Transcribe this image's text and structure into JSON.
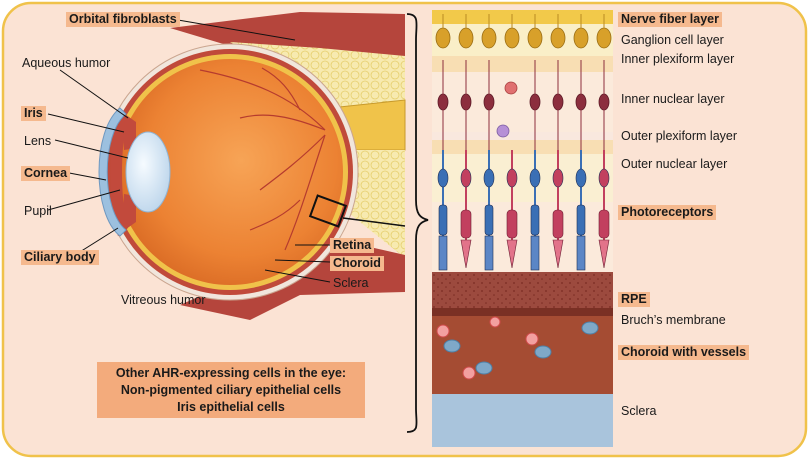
{
  "eye_labels": {
    "orbital_fibroblasts": "Orbital fibroblasts",
    "aqueous_humor": "Aqueous humor",
    "iris": "Iris",
    "lens": "Lens",
    "cornea": "Cornea",
    "pupil": "Pupil",
    "ciliary_body": "Ciliary body",
    "retina": "Retina",
    "choroid": "Choroid",
    "sclera": "Sclera",
    "vitreous_humor": "Vitreous humor"
  },
  "retina_layers": {
    "nerve_fiber": "Nerve fiber layer",
    "ganglion_cell": "Ganglion cell layer",
    "inner_plexiform": "Inner plexiform layer",
    "inner_nuclear": "Inner nuclear layer",
    "outer_plexiform": "Outer plexiform layer",
    "outer_nuclear": "Outer nuclear layer",
    "photoreceptors": "Photoreceptors",
    "rpe": "RPE",
    "bruchs_membrane": "Bruch’s membrane",
    "choroid_vessels": "Choroid with vessels",
    "sclera": "Sclera"
  },
  "note": {
    "line1": "Other AHR-expressing cells in the eye:",
    "line2": "Non-pigmented ciliary epithelial cells",
    "line3": "Iris epithelial cells"
  },
  "colors": {
    "frame_fill": "#fbe3d4",
    "frame_border": "#f0c24a",
    "highlight": "#f5b98e",
    "eyeball": "#ee8a3a",
    "muscle": "#b5453c",
    "fat": "#f6e7a3",
    "rod": "#3a6fb5",
    "cone": "#c2405f",
    "rpe": "#9c4a3e",
    "choroid": "#a54c33",
    "sclera_layer": "#a9c4dc"
  }
}
